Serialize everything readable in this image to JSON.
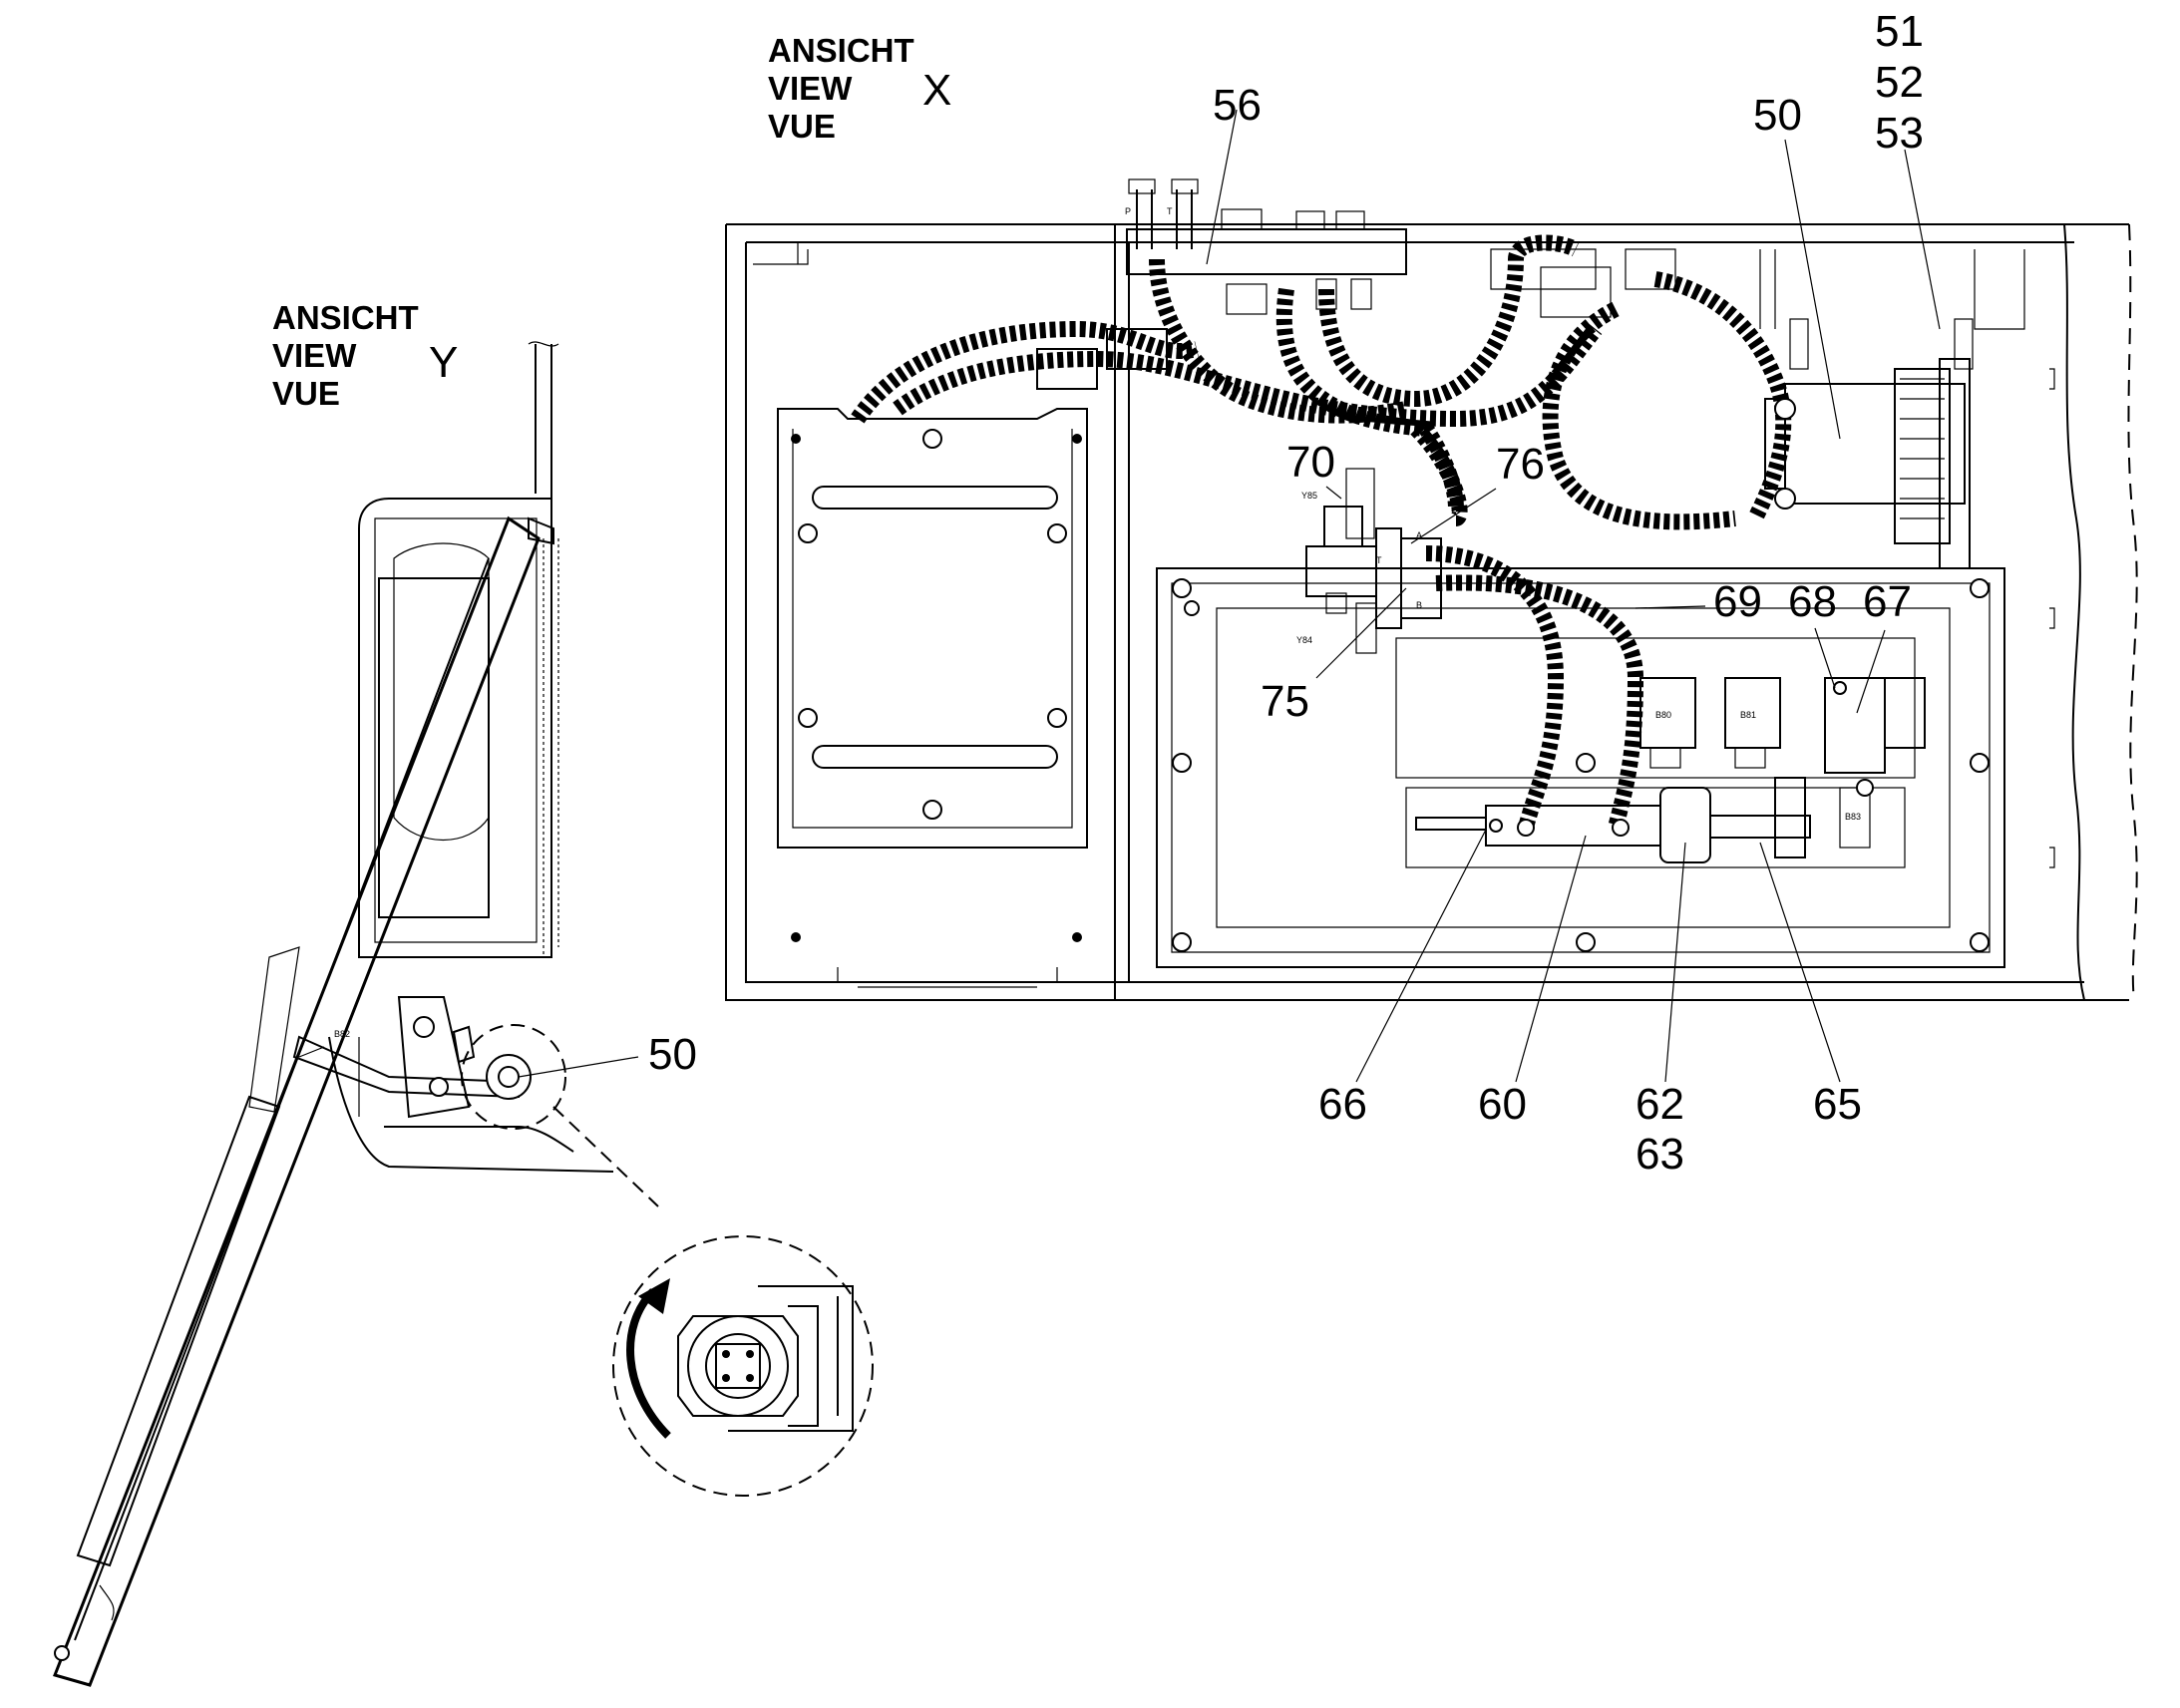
{
  "view_x": {
    "title_lines": [
      "ANSICHT",
      "VIEW",
      "VUE"
    ],
    "letter": "X"
  },
  "view_y": {
    "title_lines": [
      "ANSICHT",
      "VIEW",
      "VUE"
    ],
    "letter": "Y"
  },
  "callouts": {
    "c51": "51",
    "c52": "52",
    "c53": "53",
    "c50_top": "50",
    "c56": "56",
    "c70": "70",
    "c76": "76",
    "c75": "75",
    "c69": "69",
    "c68": "68",
    "c67": "67",
    "c66": "66",
    "c60": "60",
    "c62": "62",
    "c63": "63",
    "c65": "65",
    "c50_side": "50"
  },
  "component_labels": {
    "y85": "Y85",
    "y84": "Y84",
    "b80": "B80",
    "b81": "B81",
    "b82": "B82",
    "b83": "B83",
    "port_p": "P",
    "port_t": "T",
    "port_a": "A",
    "port_b": "B",
    "port_t2": "T"
  }
}
